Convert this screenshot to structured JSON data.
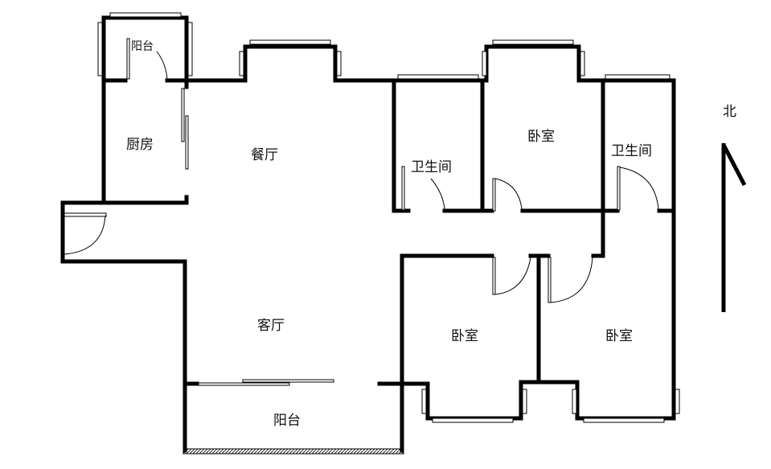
{
  "rooms": {
    "balcony_small": "阳台",
    "kitchen": "厨房",
    "dining": "餐厅",
    "bathroom_1": "卫生间",
    "bedroom_top": "卧室",
    "bathroom_2": "卫生间",
    "living": "客厅",
    "bedroom_left": "卧室",
    "bedroom_right": "卧室",
    "balcony_large": "阳台"
  },
  "compass": {
    "label": "北"
  }
}
